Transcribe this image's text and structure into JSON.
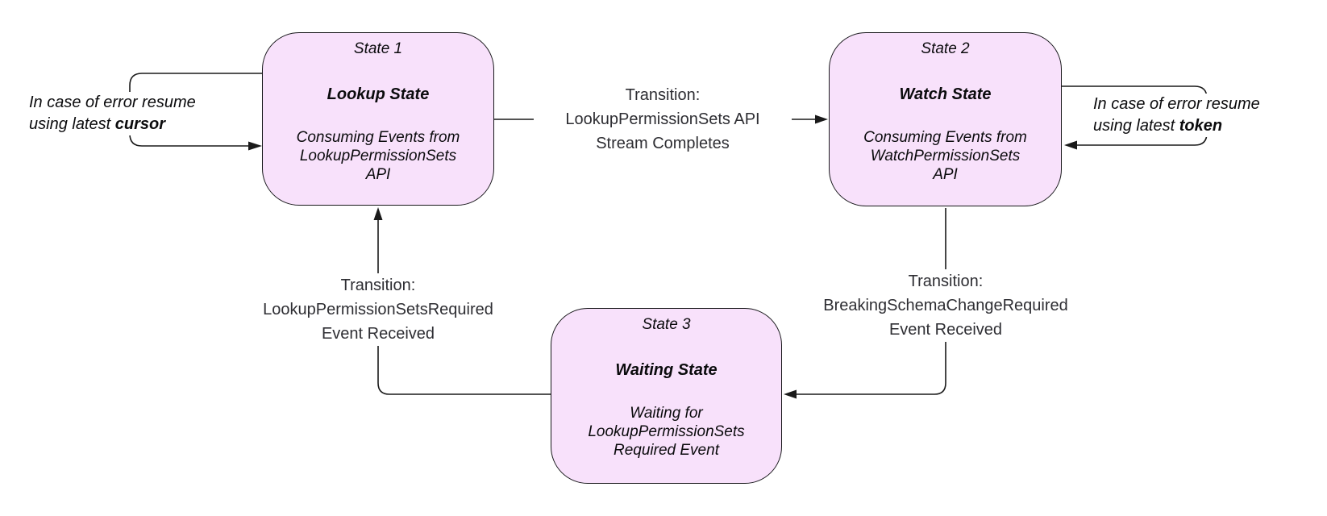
{
  "states": {
    "lookup": {
      "title": "State 1",
      "name": "Lookup State",
      "desc_lines": [
        "Consuming Events from",
        "LookupPermissionSets",
        "API"
      ]
    },
    "watch": {
      "title": "State 2",
      "name": "Watch State",
      "desc_lines": [
        "Consuming Events from",
        "WatchPermissionSets",
        "API"
      ]
    },
    "waiting": {
      "title": "State 3",
      "name": "Waiting State",
      "desc_lines": [
        "Waiting for",
        "LookupPermissionSets",
        "Required Event"
      ]
    }
  },
  "transitions": {
    "lookup_to_watch": {
      "lines": [
        "Transition:",
        "LookupPermissionSets API",
        "Stream Completes"
      ]
    },
    "watch_to_waiting": {
      "lines": [
        "Transition:",
        "BreakingSchemaChangeRequired",
        "Event Received"
      ]
    },
    "waiting_to_lookup": {
      "lines": [
        "Transition:",
        "LookupPermissionSetsRequired",
        "Event Received"
      ]
    }
  },
  "error_loops": {
    "lookup": {
      "line1": "In case of error resume",
      "line2_prefix": "using latest",
      "bold_word": "cursor"
    },
    "watch": {
      "line1": "In case of error resume",
      "line2_prefix": "using latest",
      "bold_word": "token"
    }
  },
  "colors": {
    "background": "#ffffff",
    "state_fill": "#f8e1fb",
    "state_border": "#18181b",
    "arrow": "#1a1a1a",
    "state_text": "#0b0b0d",
    "transition_text": "#2e2e33"
  }
}
